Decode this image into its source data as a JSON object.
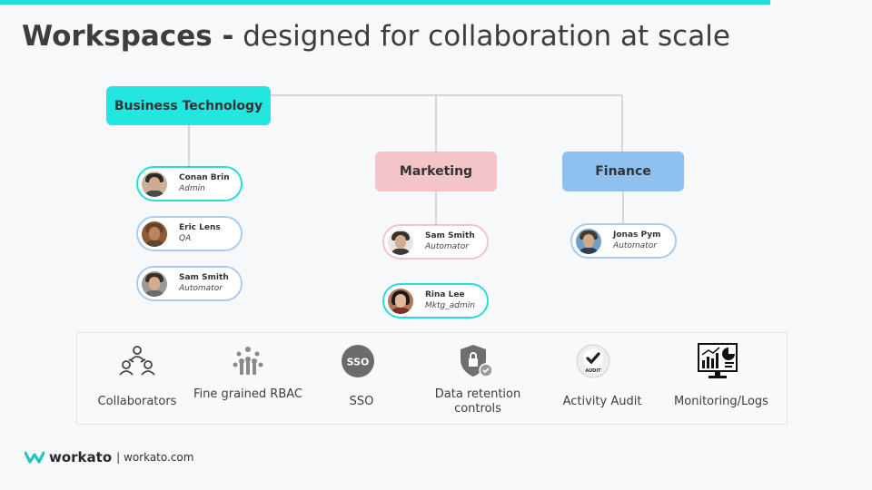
{
  "title": {
    "bold": "Workspaces -",
    "rest": " designed for collaboration at scale"
  },
  "workspaces": [
    {
      "name": "Business Technology",
      "color": "#22e6df"
    },
    {
      "name": "Marketing",
      "color": "#f2c5c9"
    },
    {
      "name": "Finance",
      "color": "#8ec0f0"
    }
  ],
  "members": {
    "business_technology": [
      {
        "name": "Conan Brin",
        "role": "Admin"
      },
      {
        "name": "Eric Lens",
        "role": "QA"
      },
      {
        "name": "Sam Smith",
        "role": "Automator"
      }
    ],
    "marketing": [
      {
        "name": "Sam Smith",
        "role": "Automator"
      },
      {
        "name": "Rina Lee",
        "role": "Mktg_admin"
      }
    ],
    "finance": [
      {
        "name": "Jonas Pym",
        "role": "Automator"
      }
    ]
  },
  "features": [
    {
      "label": "Collaborators",
      "icon": "collaborators-icon"
    },
    {
      "label": "Fine grained RBAC",
      "icon": "rbac-icon"
    },
    {
      "label": "SSO",
      "icon": "sso-icon"
    },
    {
      "label": "Data retention controls",
      "icon": "data-retention-icon"
    },
    {
      "label": "Activity Audit",
      "icon": "audit-icon"
    },
    {
      "label": "Monitoring/Logs",
      "icon": "monitoring-icon"
    }
  ],
  "footer": {
    "brand": "workato",
    "url": "| workato.com"
  },
  "colors": {
    "accent": "#22dfd9",
    "teal": "#22e6df",
    "pink": "#f2c5c9",
    "blue": "#8ec0f0"
  }
}
